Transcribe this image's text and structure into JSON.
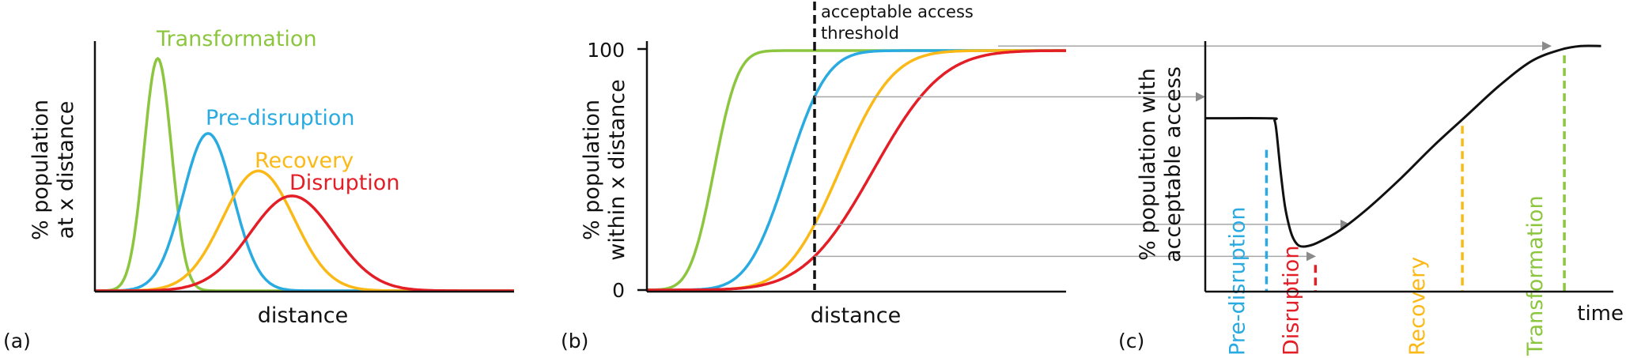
{
  "panels": [
    {
      "id": "a",
      "tag": "(a)",
      "xlabel": "distance",
      "ylabel_line1": "% population",
      "ylabel_line2": "at x distance",
      "curves": [
        {
          "name": "Transformation",
          "color": "#8cc63f",
          "mu": 0.15,
          "sigma": 0.033,
          "height": 0.93
        },
        {
          "name": "Pre-disruption",
          "color": "#29abe2",
          "mu": 0.27,
          "sigma": 0.06,
          "height": 0.63
        },
        {
          "name": "Recovery",
          "color": "#fbb917",
          "mu": 0.39,
          "sigma": 0.085,
          "height": 0.48
        },
        {
          "name": "Disruption",
          "color": "#e41e26",
          "mu": 0.47,
          "sigma": 0.1,
          "height": 0.38
        }
      ]
    },
    {
      "id": "b",
      "tag": "(b)",
      "xlabel": "distance",
      "ylabel_line1": "% population",
      "ylabel_line2": "within x distance",
      "yticks": [
        "0",
        "100"
      ],
      "threshold_line1": "acceptable access",
      "threshold_line2": "threshold",
      "threshold_x": 0.4,
      "curves": [
        {
          "name": "Transformation",
          "color": "#8cc63f",
          "mu": 0.16,
          "sigma": 0.045
        },
        {
          "name": "Pre-disruption",
          "color": "#29abe2",
          "mu": 0.335,
          "sigma": 0.075
        },
        {
          "name": "Recovery",
          "color": "#fbb917",
          "mu": 0.46,
          "sigma": 0.1
        },
        {
          "name": "Disruption",
          "color": "#e41e26",
          "mu": 0.54,
          "sigma": 0.13
        }
      ]
    },
    {
      "id": "c",
      "tag": "(c)",
      "xlabel": "time",
      "ylabel_line1": "% population with",
      "ylabel_line2": "acceptable access",
      "levels": {
        "pre": 0.69,
        "min": 0.18,
        "end": 0.98
      },
      "phases": [
        {
          "name": "Pre-disruption",
          "color": "#29abe2",
          "t": 0.15
        },
        {
          "name": "Disruption",
          "color": "#e41e26",
          "t": 0.27
        },
        {
          "name": "Recovery",
          "color": "#fbb917",
          "t": 0.63
        },
        {
          "name": "Transformation",
          "color": "#8cc63f",
          "t": 0.88
        }
      ]
    }
  ]
}
